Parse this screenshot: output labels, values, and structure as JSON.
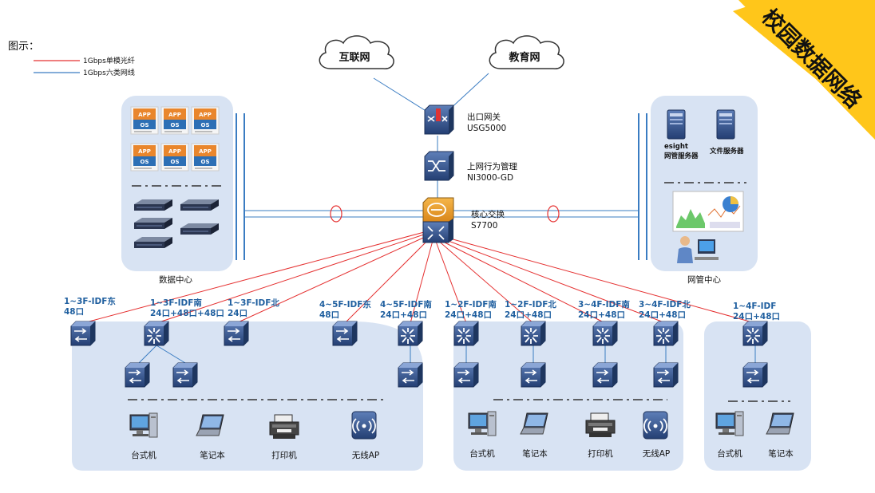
{
  "title": "校园数据网络",
  "legend": {
    "heading": "图示：",
    "items": [
      {
        "label": "1Gbps单模光纤",
        "color": "#e53030"
      },
      {
        "label": "1Gbps六类网线",
        "color": "#3a7cc2"
      }
    ]
  },
  "clouds": [
    "互联网",
    "教育网"
  ],
  "core": {
    "gateway": {
      "name": "出口网关",
      "model": "USG5000"
    },
    "behavior": {
      "name": "上网行为管理",
      "model": "NI3000-GD"
    },
    "core_switch": {
      "name": "核心交换",
      "model": "S7700"
    }
  },
  "data_center": {
    "label": "数据中心",
    "app_tile_top": "APP",
    "app_tile_bottom": "OS"
  },
  "nms_center": {
    "label": "网管中心",
    "esight_line1": "esight",
    "esight_line2": "网管服务器",
    "file_server": "文件服务器"
  },
  "idfs": [
    {
      "line1": "1~3F-IDF东",
      "line2": "48口"
    },
    {
      "line1": "1~3F-IDF南",
      "line2": "24口+48口+48口"
    },
    {
      "line1": "1~3F-IDF北",
      "line2": "24口"
    },
    {
      "line1": "4~5F-IDF东",
      "line2": "48口"
    },
    {
      "line1": "4~5F-IDF南",
      "line2": "24口+48口"
    },
    {
      "line1": "1~2F-IDF南",
      "line2": "24口+48口"
    },
    {
      "line1": "1~2F-IDF北",
      "line2": "24口+48口"
    },
    {
      "line1": "3~4F-IDF南",
      "line2": "24口+48口"
    },
    {
      "line1": "3~4F-IDF北",
      "line2": "24口+48口"
    },
    {
      "line1": "1~4F-IDF",
      "line2": "24口+48口"
    }
  ],
  "endpoints": {
    "desktop": "台式机",
    "laptop": "笔记本",
    "printer": "打印机",
    "wireless_ap": "无线AP"
  },
  "colors": {
    "panel": "#d8e3f3",
    "fiber": "#e53030",
    "cat6": "#3a7cc2",
    "banner": "#ffc61a",
    "device": "#2e4f8a"
  }
}
